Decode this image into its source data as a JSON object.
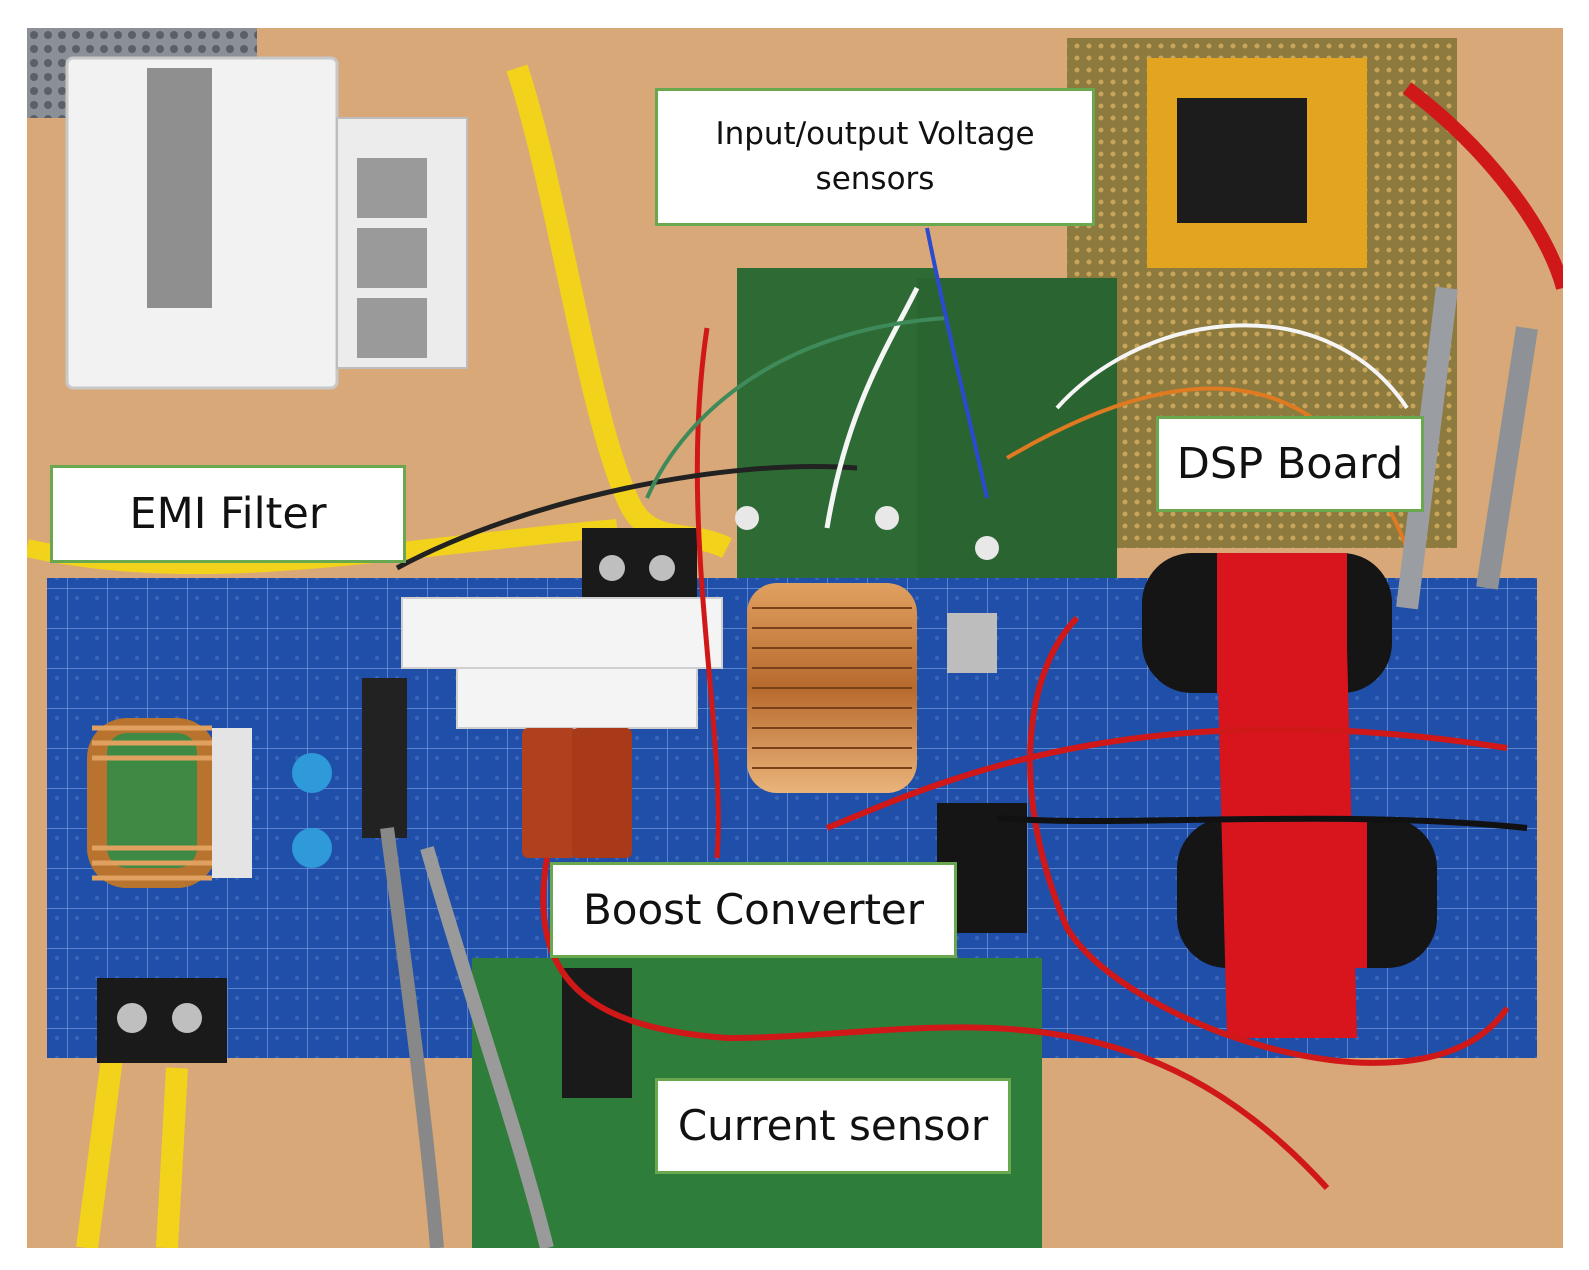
{
  "figure": {
    "labels": {
      "voltage_sensors": "Input/output Voltage\nsensors",
      "emi_filter": "EMI Filter",
      "dsp_board": "DSP Board",
      "boost_converter": "Boost Converter",
      "current_sensor": "Current sensor"
    },
    "colors": {
      "label_border": "#6aa84f",
      "table": "#d8a878",
      "pcb_blue": "#1f4fa8",
      "pcb_green": "#2e6b34",
      "proto_board": "#8c7a3e",
      "capacitor_red": "#d8141c",
      "wire_yellow": "#f2d21a"
    }
  }
}
